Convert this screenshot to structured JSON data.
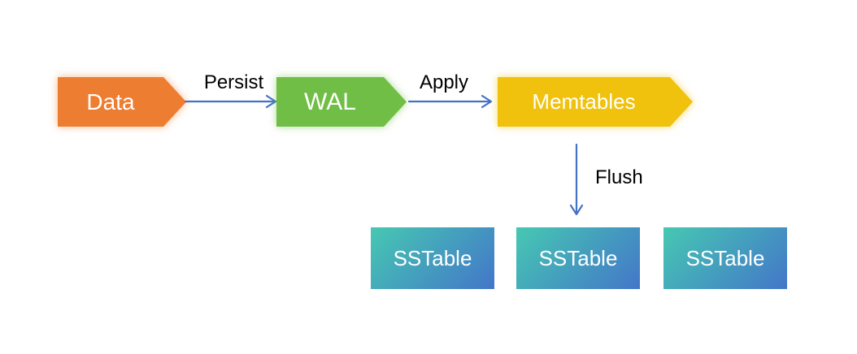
{
  "diagram": {
    "type": "flow-diagram",
    "nodes": [
      {
        "id": "data",
        "label": "Data",
        "shape": "arrow-pentagon",
        "fill": "#ED7D31"
      },
      {
        "id": "wal",
        "label": "WAL",
        "shape": "arrow-pentagon",
        "fill": "#70BE45"
      },
      {
        "id": "memtables",
        "label": "Memtables",
        "shape": "arrow-pentagon",
        "fill": "#F0C20E"
      },
      {
        "id": "sstable-1",
        "label": "SSTable",
        "shape": "rect"
      },
      {
        "id": "sstable-2",
        "label": "SSTable",
        "shape": "rect"
      },
      {
        "id": "sstable-3",
        "label": "SSTable",
        "shape": "rect"
      }
    ],
    "sstable_gradient": {
      "from": "#46C8B2",
      "to": "#4376C9"
    },
    "edges": [
      {
        "from": "data",
        "to": "wal",
        "label": "Persist",
        "direction": "right"
      },
      {
        "from": "wal",
        "to": "memtables",
        "label": "Apply",
        "direction": "right"
      },
      {
        "from": "memtables",
        "to": "sstable-2",
        "label": "Flush",
        "direction": "down"
      }
    ],
    "colors": {
      "arrow": "#4472C4",
      "shape_text": "#FFFFFF",
      "label_text": "#000000",
      "background": "#FFFFFF"
    }
  }
}
